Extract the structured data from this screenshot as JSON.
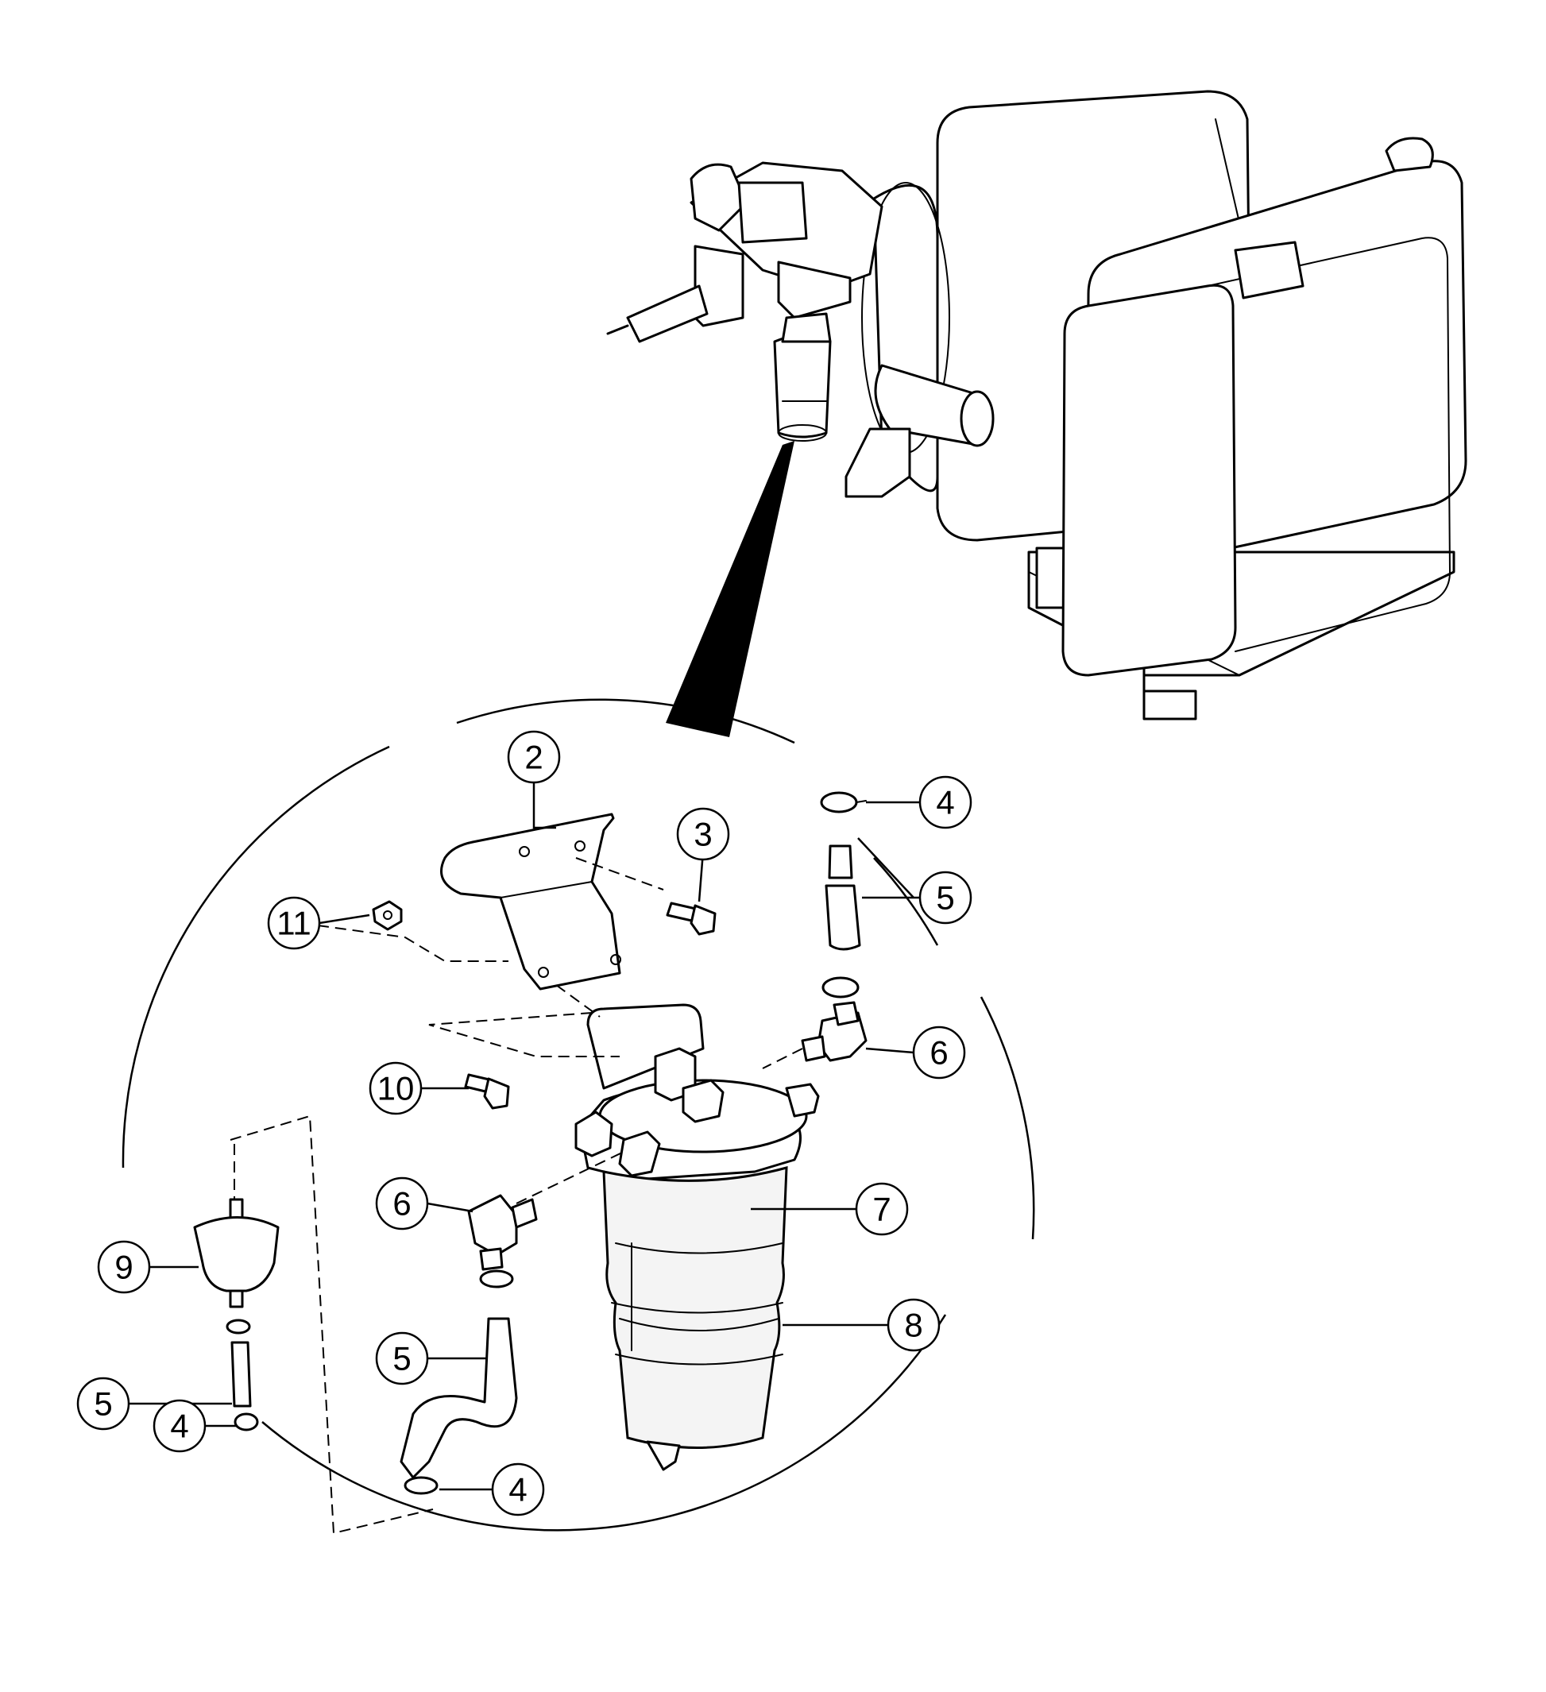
{
  "callouts": [
    {
      "label": "2"
    },
    {
      "label": "3"
    },
    {
      "label": "4"
    },
    {
      "label": "5"
    },
    {
      "label": "11"
    },
    {
      "label": "6"
    },
    {
      "label": "10"
    },
    {
      "label": "6"
    },
    {
      "label": "7"
    },
    {
      "label": "9"
    },
    {
      "label": "8"
    },
    {
      "label": "5"
    },
    {
      "label": "5"
    },
    {
      "label": "4"
    },
    {
      "label": "4"
    }
  ],
  "colors": {
    "line": "#000000",
    "background": "#ffffff",
    "glass": "#f4f4f4"
  }
}
